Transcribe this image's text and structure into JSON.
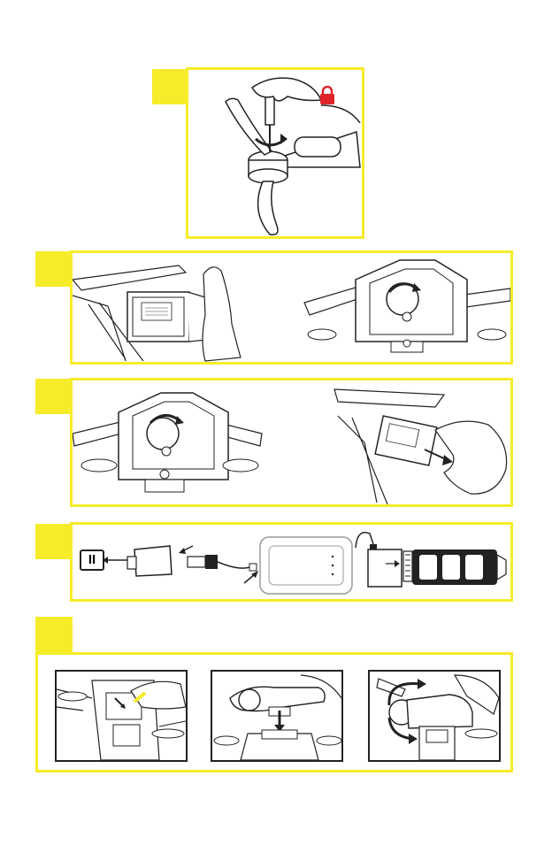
{
  "colors": {
    "accent": "#f6ec29",
    "lock": "#e0242c",
    "line": "#222222"
  },
  "steps": [
    {
      "id": 1,
      "illustration": "propeller-screwdriver",
      "icon": "lock-icon"
    },
    {
      "id": 2,
      "illustration": "battery-insert-and-lock"
    },
    {
      "id": 3,
      "illustration": "battery-unlock-and-remove"
    },
    {
      "id": 4,
      "illustration": "battery-charging-setup",
      "plug_label": "II"
    },
    {
      "id": 5,
      "illustration": "gimbal-mount-steps",
      "panels": 3
    }
  ]
}
